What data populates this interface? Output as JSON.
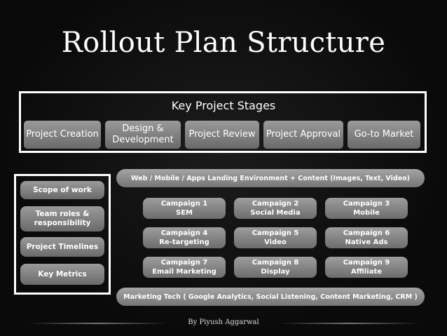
{
  "title": "Rollout Plan Structure",
  "stages": {
    "title": "Key Project Stages",
    "items": [
      "Project Creation",
      "Design & Development",
      "Project Review",
      "Project Approval",
      "Go-to Market"
    ]
  },
  "side_items": [
    "Scope of work",
    "Team roles & responsibility",
    "Project Timelines",
    "Key Metrics"
  ],
  "top_bar": "Web / Mobile / Apps Landing Environment + Content (Images, Text, Video)",
  "campaigns": [
    {
      "name": "Campaign 1",
      "type": "SEM"
    },
    {
      "name": "Campaign 2",
      "type": "Social Media"
    },
    {
      "name": "Campaign 3",
      "type": "Mobile"
    },
    {
      "name": "Campaign 4",
      "type": "Re-targeting"
    },
    {
      "name": "Campaign 5",
      "type": "Video"
    },
    {
      "name": "Campaign 6",
      "type": "Native Ads"
    },
    {
      "name": "Campaign 7",
      "type": "Email Marketing"
    },
    {
      "name": "Campaign 8",
      "type": "Display"
    },
    {
      "name": "Campaign 9",
      "type": "Affiliate"
    }
  ],
  "bottom_bar": "Marketing Tech ( Google Analytics, Social Listening, Content Marketing, CRM )",
  "footer": "By Piyush Aggarwal"
}
